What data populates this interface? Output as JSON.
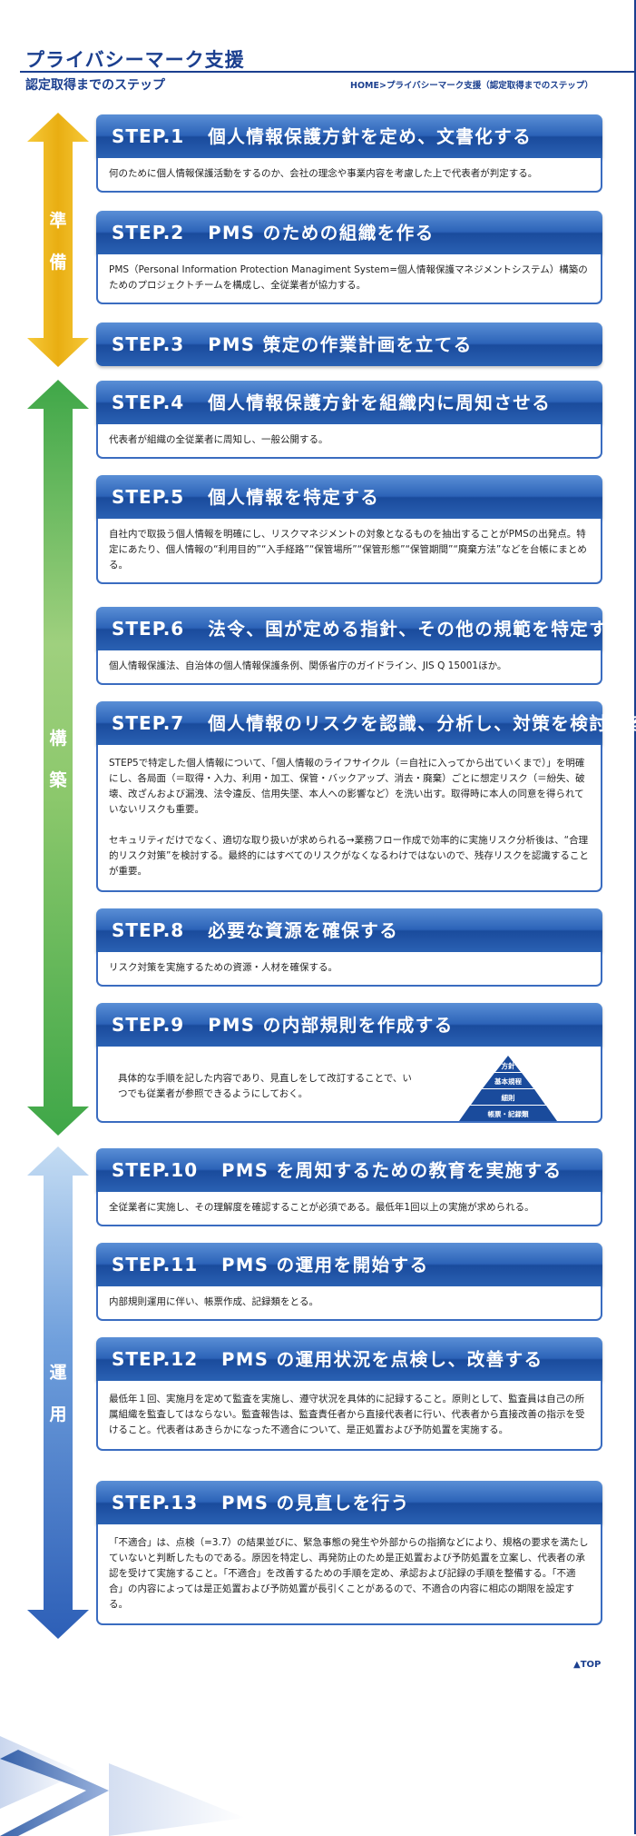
{
  "header": {
    "title": "プライバシーマーク支援",
    "subtitle": "認定取得までのステップ",
    "breadcrumb": [
      "HOME>",
      "プライバシーマーク支援（認定取得までのステップ）"
    ]
  },
  "phases": {
    "prep": {
      "chars": [
        "準",
        "備"
      ],
      "color": "#e9ae12"
    },
    "build": {
      "chars": [
        "構",
        "築"
      ],
      "color": "#4cad4a"
    },
    "ops": {
      "chars": [
        "運",
        "用"
      ],
      "color": "#3d72c2"
    }
  },
  "steps": [
    {
      "num": "STEP.1",
      "title": "個人情報保護方針を定め、文書化する",
      "body": [
        "何のために個人情報保護活動をするのか、会社の理念や事業内容を考慮した上で代表者が判定する。"
      ]
    },
    {
      "num": "STEP.2",
      "title": "PMS のための組織を作る",
      "body": [
        "PMS（Personal Information Protection Managiment System=個人情報保護マネジメントシステム）構築のためのプロジェクトチームを構成し、全従業者が協力する。"
      ]
    },
    {
      "num": "STEP.3",
      "title": "PMS 策定の作業計画を立てる",
      "body": []
    },
    {
      "num": "STEP.4",
      "title": "個人情報保護方針を組織内に周知させる",
      "body": [
        "代表者が組織の全従業者に周知し、一般公開する。"
      ]
    },
    {
      "num": "STEP.5",
      "title": "個人情報を特定する",
      "body": [
        "自社内で取扱う個人情報を明確にし、リスクマネジメントの対象となるものを抽出することがPMSの出発点。特定にあたり、個人情報の“利用目的”“入手経路”“保管場所”“保管形態”“保管期間”“廃棄方法”などを台帳にまとめる。"
      ]
    },
    {
      "num": "STEP.6",
      "title": "法令、国が定める指針、その他の規範を特定する",
      "body": [
        "個人情報保護法、自治体の個人情報保護条例、関係省庁のガイドライン、JIS Q 15001ほか。"
      ]
    },
    {
      "num": "STEP.7",
      "title": "個人情報のリスクを認識、分析し、対策を検討する",
      "body": [
        "STEP5で特定した個人情報について、「個人情報のライフサイクル（＝自社に入ってから出ていくまで）」を明確にし、各局面（＝取得・入力、利用・加工、保管・バックアップ、消去・廃棄）ごとに想定リスク（＝紛失、破壊、改ざんおよび漏洩、法令違反、信用失墜、本人への影響など）を洗い出す。取得時に本人の同意を得られていないリスクも重要。",
        "セキュリティだけでなく、適切な取り扱いが求められる→業務フロー作成で効率的に実施リスク分析後は、“合理的リスク対策”を検討する。最終的にはすべてのリスクがなくなるわけではないので、残存リスクを認識することが重要。"
      ]
    },
    {
      "num": "STEP.8",
      "title": "必要な資源を確保する",
      "body": [
        "リスク対策を実施するための資源・人材を確保する。"
      ]
    },
    {
      "num": "STEP.9",
      "title": "PMS の内部規則を作成する",
      "body": [
        "具体的な手順を記した内容であり、見直しをして改訂することで、いつでも従業者が参照できるようにしておく。"
      ]
    },
    {
      "num": "STEP.10",
      "title": "PMS を周知するための教育を実施する",
      "body": [
        "全従業者に実施し、その理解度を確認することが必須である。最低年1回以上の実施が求められる。"
      ]
    },
    {
      "num": "STEP.11",
      "title": "PMS の運用を開始する",
      "body": [
        "内部規則運用に伴い、帳票作成、記録類をとる。"
      ]
    },
    {
      "num": "STEP.12",
      "title": "PMS の運用状況を点検し、改善する",
      "body": [
        "最低年１回、実施月を定めて監査を実施し、遵守状況を具体的に記録すること。原則として、監査員は自己の所属組織を監査してはならない。監査報告は、監査責任者から直接代表者に行い、代表者から直接改善の指示を受けること。代表者はあきらかになった不適合について、是正処置および予防処置を実施する。"
      ]
    },
    {
      "num": "STEP.13",
      "title": "PMS の見直しを行う",
      "body": [
        "「不適合」は、点検（=3.7）の結果並びに、緊急事態の発生や外部からの指摘などにより、規格の要求を満たしていないと判断したものである。原因を特定し、再発防止のため是正処置および予防処置を立案し、代表者の承認を受けて実施すること。「不適合」を改善するための手順を定め、承認および記録の手順を整備する。「不適合」の内容によっては是正処置および予防処置が長引くことがあるので、不適合の内容に相応の期限を設定する。"
      ]
    }
  ],
  "pyramid": [
    "方針",
    "基本規程",
    "細則",
    "帳票・記録類"
  ],
  "top_link": "▲TOP"
}
